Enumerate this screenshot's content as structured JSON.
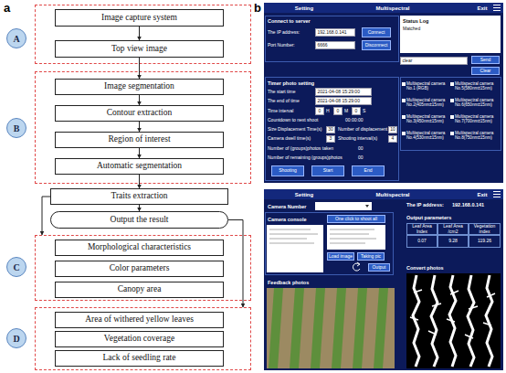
{
  "diagram": {
    "nodes": [
      {
        "text": [
          "A"
        ]
      },
      {
        "text": [
          "Image capture system"
        ],
        "in": 0
      },
      {
        "text": [
          "Top view image"
        ],
        "in": 0
      },
      {
        "text": [
          "B"
        ]
      },
      {
        "text": [
          "Image segmentation"
        ],
        "in": 3
      },
      {
        "text": [
          "Contour extraction"
        ],
        "in": 3
      },
      {
        "text": [
          "Region of interest"
        ],
        "in": 3
      },
      {
        "text": [
          "Automatic segmentation"
        ],
        "in": 3
      },
      {
        "text": [
          "Traits extraction"
        ]
      },
      {
        "text": [
          "Output the result"
        ]
      },
      {
        "text": [
          "C"
        ]
      },
      {
        "text": [
          "Morphological characteristics"
        ],
        "in": 10
      },
      {
        "text": [
          "Color parameters"
        ],
        "in": 10
      },
      {
        "text": [
          "Canopy area"
        ],
        "in": 10
      },
      {
        "text": [
          "D"
        ]
      },
      {
        "text": [
          "Area of withered yellow leaves"
        ],
        "in": 14
      },
      {
        "text": [
          "Vegetation coverage"
        ],
        "in": 14
      },
      {
        "text": [
          "Lack of seedling rate"
        ],
        "in": 14
      }
    ],
    "edges": [
      {
        "from": 1,
        "to": 2,
        "arrow": "to"
      },
      {
        "from": 2,
        "to": 4,
        "arrow": "to"
      },
      {
        "from": 4,
        "to": 5,
        "arrow": "to"
      },
      {
        "from": 5,
        "to": 6,
        "arrow": "to"
      },
      {
        "from": 6,
        "to": 7,
        "arrow": "to"
      },
      {
        "from": 7,
        "to": 8,
        "arrow": "to"
      },
      {
        "from": 8,
        "to": 9,
        "arrow": "to"
      },
      {
        "from": 8,
        "to": 10,
        "arrow": "to"
      },
      {
        "from": 9,
        "to": 14,
        "arrow": "to"
      }
    ],
    "labels": [
      "a",
      "b",
      "Setting",
      "Multispectral",
      "Exit",
      "Connect to server",
      "The IP address:",
      "192.168.0.141",
      "Connect",
      "Port Number:",
      "6666",
      "Disconnect",
      "Status Log",
      "Matched",
      "clear",
      "Send",
      "Clear",
      "Timer photo setting",
      "The start time",
      "2021-04-08 15:29:00",
      "The end of time",
      "2021-04-08 15:29:00",
      "Time interval",
      "0",
      "H",
      "0",
      "M",
      "0",
      "S",
      "Countdown to next shoot",
      "00:00:00",
      "Size Displacement Time(s)",
      "30",
      "Number of displacement",
      "10",
      "Camera dwell time(s)",
      "3",
      "Shooting interval(s)",
      "4",
      "Number of (groups)photos taken",
      "00",
      "Number of remaining (groups)photos",
      "00",
      "Shooting",
      "Start",
      "End",
      "Multispectral camera No.1 (RGB)",
      "Multispectral camera No.5(580nm±15nm)",
      "Multispectral camera No.2(405nm±15nm)",
      "Multispectral camera No.6(650nm±15nm)",
      "Multispectral camera No.3(450nm±15nm)",
      "Multispectral camera No.7(700nm±15nm)",
      "Multispectral camera No.4(530nm±15nm)",
      "Multispectral camera No.8(750nm±15nm)",
      "Setting",
      "Multispectral",
      "Exit",
      "Camera Number",
      "Camera console",
      "One click to shoot all",
      "Load image",
      "Taking pic",
      "Output",
      "Feedback photos",
      "The IP address:",
      "192.168.0.141",
      "Output parameters",
      "Leaf Area Index",
      "Leaf Area /cm2",
      "Vegetation index",
      "0.07",
      "9.28",
      "119.26",
      "Convert photos"
    ]
  }
}
